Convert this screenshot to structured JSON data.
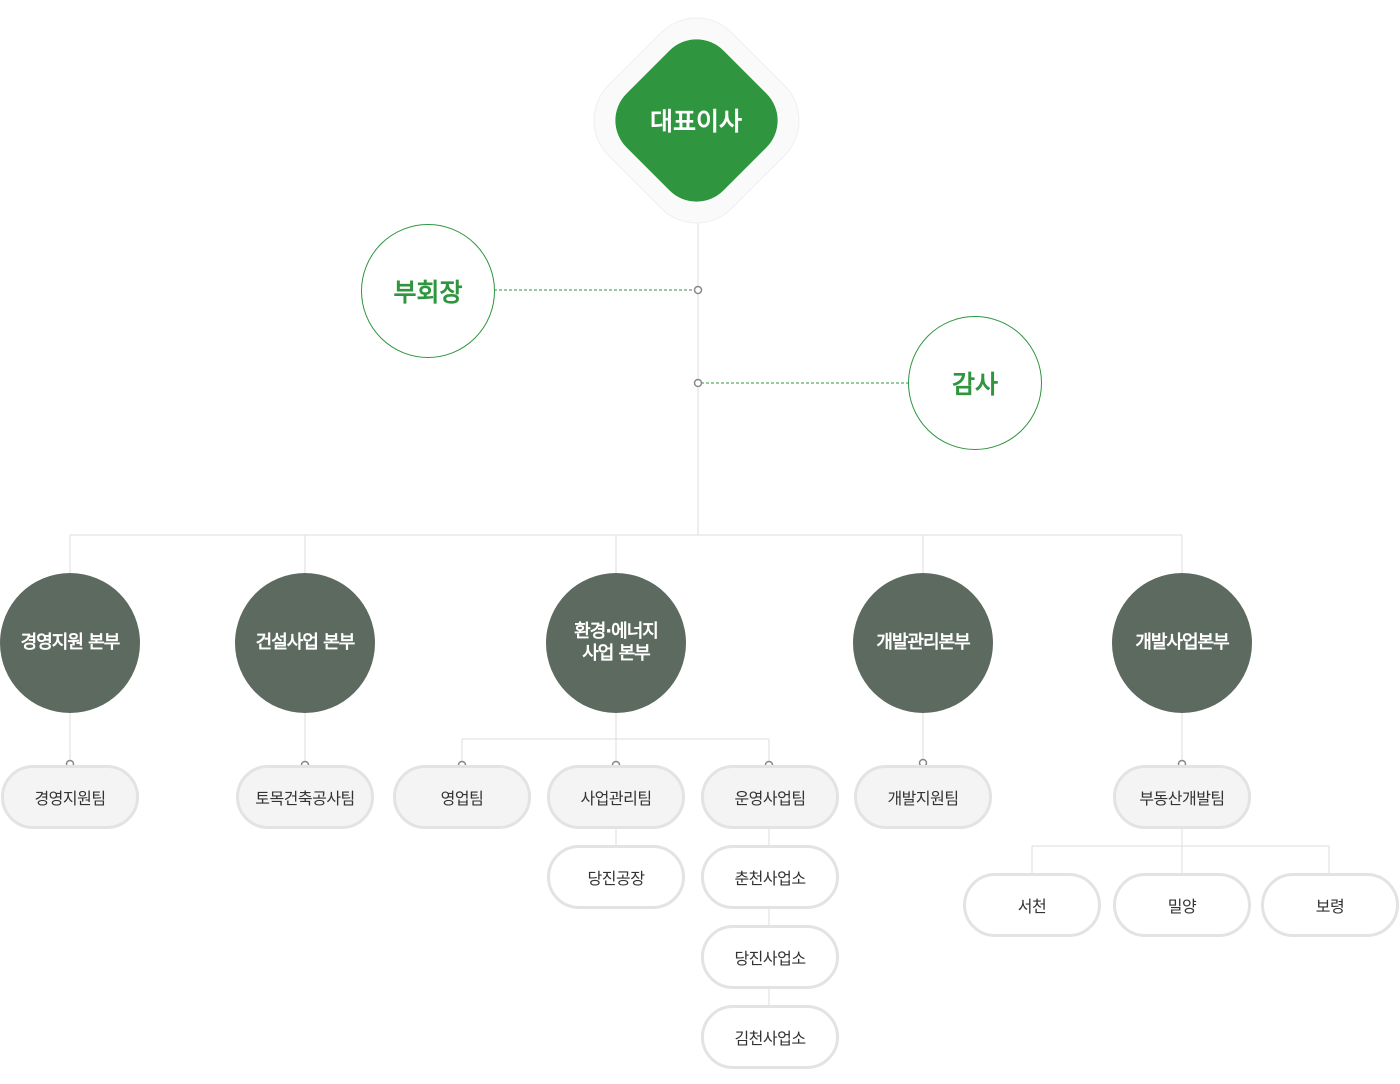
{
  "ceo": {
    "label": "대표이사"
  },
  "advisors": [
    {
      "label": "부회장"
    },
    {
      "label": "감사"
    }
  ],
  "divisions": [
    {
      "label": "경영지원 본부",
      "teams": [
        {
          "label": "경영지원팀",
          "sub": []
        }
      ]
    },
    {
      "label": "건설사업 본부",
      "teams": [
        {
          "label": "토목건축공사팀",
          "sub": []
        }
      ]
    },
    {
      "label": "환경·에너지\n사업 본부",
      "teams": [
        {
          "label": "영업팀",
          "sub": []
        },
        {
          "label": "사업관리팀",
          "sub": [
            {
              "label": "당진공장"
            }
          ]
        },
        {
          "label": "운영사업팀",
          "sub": [
            {
              "label": "춘천사업소"
            },
            {
              "label": "당진사업소"
            },
            {
              "label": "김천사업소"
            }
          ]
        }
      ]
    },
    {
      "label": "개발관리본부",
      "teams": [
        {
          "label": "개발지원팀",
          "sub": []
        }
      ]
    },
    {
      "label": "개발사업본부",
      "teams": [
        {
          "label": "부동산개발팀",
          "sub": [
            {
              "label": "서천"
            },
            {
              "label": "밀양"
            },
            {
              "label": "보령"
            }
          ]
        }
      ]
    }
  ],
  "colors": {
    "accent_green": "#2f963f",
    "division_fill": "#5d6a5f",
    "connector": "#dddddd",
    "team_border": "#e3e3e3"
  }
}
